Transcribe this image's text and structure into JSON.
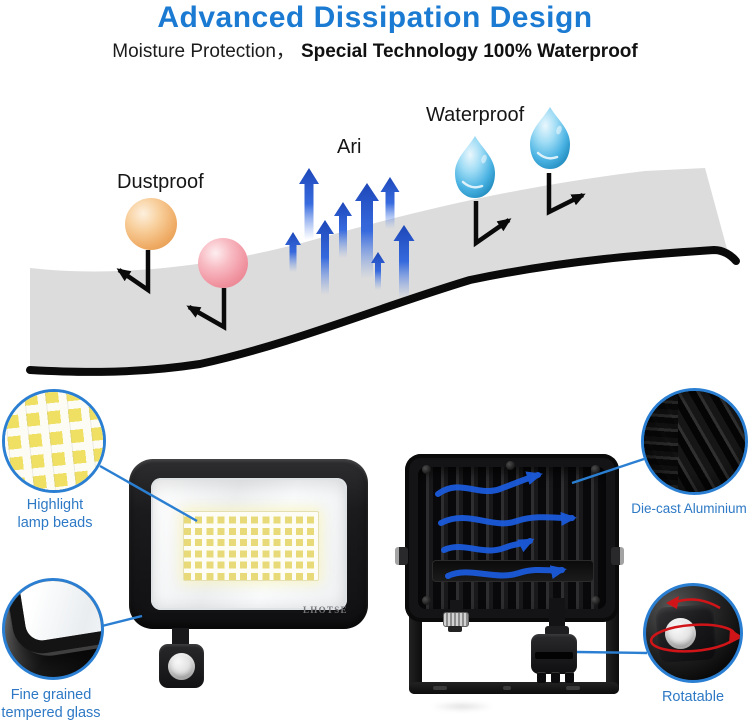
{
  "header": {
    "title": "Advanced Dissipation Design",
    "subtitle_plain": "Moisture Protection，",
    "subtitle_emphasis": "Special Technology 100% Waterproof"
  },
  "diagram": {
    "labels": {
      "dustproof": "Dustproof",
      "air": "Ari",
      "waterproof": "Waterproof"
    }
  },
  "product": {
    "brand": "LHOTSE"
  },
  "features": [
    {
      "id": "highlight-lamp-beads",
      "lines": [
        "Highlight",
        "lamp beads"
      ]
    },
    {
      "id": "fine-grained-tempered-glass",
      "lines": [
        "Fine grained",
        "tempered glass"
      ]
    },
    {
      "id": "die-cast-aluminium",
      "lines": [
        "Die-cast Aluminium"
      ]
    },
    {
      "id": "rotatable",
      "lines": [
        "Rotatable"
      ]
    }
  ],
  "colors": {
    "title_blue": "#1b7ad2",
    "feature_label_blue": "#2e79c5",
    "callout_border_blue": "#2b7fd2",
    "air_arrow_blue": "#2d63dd",
    "airflow_blue": "#1b5ce0",
    "rotation_red": "#d11418",
    "membrane_gray": "#dcdcdc",
    "dust_orange": "#efac66",
    "dust_pink": "#f0929f",
    "water_blue": "#49b2e2"
  }
}
